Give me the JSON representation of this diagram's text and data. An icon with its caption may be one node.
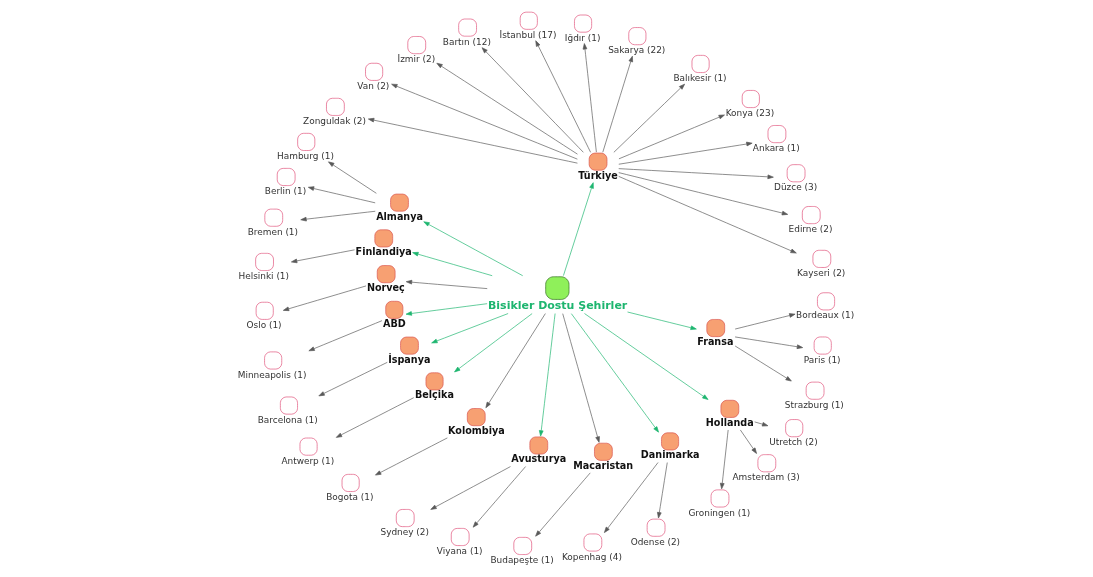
{
  "diagram": {
    "nodes": [
      {
        "text": [],
        "shape": "circle",
        "beside": [
          "Bisikler Dostu Şehirler"
        ]
      },
      {
        "text": [],
        "shape": "circle",
        "beside": [
          "Türkiye"
        ]
      },
      {
        "text": [],
        "shape": "circle",
        "beside": [
          "Almanya"
        ]
      },
      {
        "text": [],
        "shape": "circle",
        "beside": [
          "Finlandiya"
        ]
      },
      {
        "text": [],
        "shape": "circle",
        "beside": [
          "Norveç"
        ]
      },
      {
        "text": [],
        "shape": "circle",
        "beside": [
          "ABD"
        ]
      },
      {
        "text": [],
        "shape": "circle",
        "beside": [
          "İspanya"
        ]
      },
      {
        "text": [],
        "shape": "circle",
        "beside": [
          "Belçika"
        ]
      },
      {
        "text": [],
        "shape": "circle",
        "beside": [
          "Kolombiya"
        ]
      },
      {
        "text": [],
        "shape": "circle",
        "beside": [
          "Avusturya"
        ]
      },
      {
        "text": [],
        "shape": "circle",
        "beside": [
          "Macaristan"
        ]
      },
      {
        "text": [],
        "shape": "circle",
        "beside": [
          "Danimarka"
        ]
      },
      {
        "text": [],
        "shape": "circle",
        "beside": [
          "Hollanda"
        ]
      },
      {
        "text": [],
        "shape": "circle",
        "beside": [
          "Fransa"
        ]
      },
      {
        "text": [],
        "shape": "circle",
        "beside": [
          "Kayseri (2)"
        ]
      },
      {
        "text": [],
        "shape": "circle",
        "beside": [
          "Edirne (2)"
        ]
      },
      {
        "text": [],
        "shape": "circle",
        "beside": [
          "Düzce (3)"
        ]
      },
      {
        "text": [],
        "shape": "circle",
        "beside": [
          "Ankara (1)"
        ]
      },
      {
        "text": [],
        "shape": "circle",
        "beside": [
          "Konya (23)"
        ]
      },
      {
        "text": [],
        "shape": "circle",
        "beside": [
          "Balıkesir (1)"
        ]
      },
      {
        "text": [],
        "shape": "circle",
        "beside": [
          "Sakarya (22)"
        ]
      },
      {
        "text": [],
        "shape": "circle",
        "beside": [
          "Iğdır (1)"
        ]
      },
      {
        "text": [],
        "shape": "circle",
        "beside": [
          "İstanbul (17)"
        ]
      },
      {
        "text": [],
        "shape": "circle",
        "beside": [
          "Bartın (12)"
        ]
      },
      {
        "text": [],
        "shape": "circle",
        "beside": [
          "İzmir (2)"
        ]
      },
      {
        "text": [],
        "shape": "circle",
        "beside": [
          "Van (2)"
        ]
      },
      {
        "text": [],
        "shape": "circle",
        "beside": [
          "Zonguldak (2)"
        ]
      },
      {
        "text": [],
        "shape": "circle",
        "beside": [
          "Hamburg (1)"
        ]
      },
      {
        "text": [],
        "shape": "circle",
        "beside": [
          "Berlin (1)"
        ]
      },
      {
        "text": [],
        "shape": "circle",
        "beside": [
          "Bremen (1)"
        ]
      },
      {
        "text": [],
        "shape": "circle",
        "beside": [
          "Helsinki (1)"
        ]
      },
      {
        "text": [],
        "shape": "circle",
        "beside": [
          "Oslo (1)"
        ]
      },
      {
        "text": [],
        "shape": "circle",
        "beside": [
          "Minneapolis (1)"
        ]
      },
      {
        "text": [],
        "shape": "circle",
        "beside": [
          "Barcelona (1)"
        ]
      },
      {
        "text": [],
        "shape": "circle",
        "beside": [
          "Antwerp (1)"
        ]
      },
      {
        "text": [],
        "shape": "circle",
        "beside": [
          "Bogota (1)"
        ]
      },
      {
        "text": [],
        "shape": "circle",
        "beside": [
          "Sydney (2)"
        ]
      },
      {
        "text": [],
        "shape": "circle",
        "beside": [
          "Viyana (1)"
        ]
      },
      {
        "text": [],
        "shape": "circle",
        "beside": [
          "Budapeşte (1)"
        ]
      },
      {
        "text": [],
        "shape": "circle",
        "beside": [
          "Kopenhag (4)"
        ]
      },
      {
        "text": [],
        "shape": "circle",
        "beside": [
          "Odense (2)"
        ]
      },
      {
        "text": [],
        "shape": "circle",
        "beside": [
          "Groningen (1)"
        ]
      },
      {
        "text": [],
        "shape": "circle",
        "beside": [
          "Amsterdam (3)"
        ]
      },
      {
        "text": [],
        "shape": "circle",
        "beside": [
          "Utretch (2)"
        ]
      },
      {
        "text": [],
        "shape": "circle",
        "beside": [
          "Strazburg (1)"
        ]
      },
      {
        "text": [],
        "shape": "circle",
        "beside": [
          "Paris (1)"
        ]
      },
      {
        "text": [],
        "shape": "circle",
        "beside": [
          "Bordeaux (1)"
        ]
      }
    ],
    "edges": [
      {
        "from": 0,
        "to": 1,
        "arrow": "to",
        "color": "#1db56f"
      },
      {
        "from": 0,
        "to": 2,
        "arrow": "to",
        "color": "#1db56f"
      },
      {
        "from": 0,
        "to": 3,
        "arrow": "to",
        "color": "#1db56f"
      },
      {
        "from": 0,
        "to": 4,
        "arrow": "to"
      },
      {
        "from": 0,
        "to": 5,
        "arrow": "to",
        "color": "#1db56f"
      },
      {
        "from": 0,
        "to": 6,
        "arrow": "to",
        "color": "#1db56f"
      },
      {
        "from": 0,
        "to": 7,
        "arrow": "to",
        "color": "#1db56f"
      },
      {
        "from": 0,
        "to": 8,
        "arrow": "to"
      },
      {
        "from": 0,
        "to": 9,
        "arrow": "to",
        "color": "#1db56f"
      },
      {
        "from": 0,
        "to": 10,
        "arrow": "to"
      },
      {
        "from": 0,
        "to": 11,
        "arrow": "to",
        "color": "#1db56f"
      },
      {
        "from": 0,
        "to": 12,
        "arrow": "to",
        "color": "#1db56f"
      },
      {
        "from": 0,
        "to": 13,
        "arrow": "to",
        "color": "#1db56f"
      },
      {
        "from": 1,
        "to": 14,
        "arrow": "to"
      },
      {
        "from": 1,
        "to": 15,
        "arrow": "to"
      },
      {
        "from": 1,
        "to": 16,
        "arrow": "to"
      },
      {
        "from": 1,
        "to": 17,
        "arrow": "to"
      },
      {
        "from": 1,
        "to": 18,
        "arrow": "to"
      },
      {
        "from": 1,
        "to": 19,
        "arrow": "to"
      },
      {
        "from": 1,
        "to": 20,
        "arrow": "to"
      },
      {
        "from": 1,
        "to": 21,
        "arrow": "to"
      },
      {
        "from": 1,
        "to": 22,
        "arrow": "to"
      },
      {
        "from": 1,
        "to": 23,
        "arrow": "to"
      },
      {
        "from": 1,
        "to": 24,
        "arrow": "to"
      },
      {
        "from": 1,
        "to": 25,
        "arrow": "to"
      },
      {
        "from": 1,
        "to": 26,
        "arrow": "to"
      },
      {
        "from": 2,
        "to": 27,
        "arrow": "to"
      },
      {
        "from": 2,
        "to": 28,
        "arrow": "to"
      },
      {
        "from": 2,
        "to": 29,
        "arrow": "to"
      },
      {
        "from": 3,
        "to": 30,
        "arrow": "to"
      },
      {
        "from": 4,
        "to": 31,
        "arrow": "to"
      },
      {
        "from": 5,
        "to": 32,
        "arrow": "to"
      },
      {
        "from": 6,
        "to": 33,
        "arrow": "to"
      },
      {
        "from": 7,
        "to": 34,
        "arrow": "to"
      },
      {
        "from": 8,
        "to": 35,
        "arrow": "to"
      },
      {
        "from": 9,
        "to": 36,
        "arrow": "to"
      },
      {
        "from": 9,
        "to": 37,
        "arrow": "to"
      },
      {
        "from": 10,
        "to": 38,
        "arrow": "to"
      },
      {
        "from": 11,
        "to": 39,
        "arrow": "to"
      },
      {
        "from": 11,
        "to": 40,
        "arrow": "to"
      },
      {
        "from": 12,
        "to": 41,
        "arrow": "to"
      },
      {
        "from": 12,
        "to": 42,
        "arrow": "to"
      },
      {
        "from": 12,
        "to": 43,
        "arrow": "to"
      },
      {
        "from": 13,
        "to": 44,
        "arrow": "to"
      },
      {
        "from": 13,
        "to": 45,
        "arrow": "to"
      },
      {
        "from": 13,
        "to": 46,
        "arrow": "to"
      }
    ]
  }
}
